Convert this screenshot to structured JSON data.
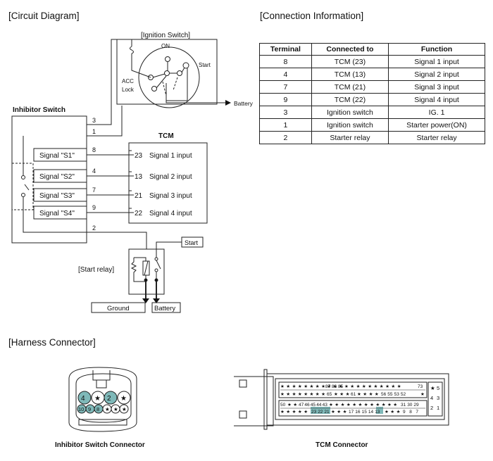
{
  "sections": {
    "circuit": "[Circuit Diagram]",
    "connection": "[Connection Information]",
    "harness": "[Harness Connector]"
  },
  "circuit": {
    "ignition_switch_label": "[Ignition Switch]",
    "on_label": "ON",
    "start_label": "Start",
    "acc_label": "ACC",
    "lock_label": "Lock",
    "battery_label": "Battery",
    "inhibitor_switch_label": "Inhibitor Switch",
    "tcm_label": "TCM",
    "wire_numbers": [
      "3",
      "1",
      "8",
      "4",
      "7",
      "9",
      "2"
    ],
    "signals": [
      {
        "name": "Signal \"S1\"",
        "pin": "23",
        "input": "Signal 1 input"
      },
      {
        "name": "Signal \"S2\"",
        "pin": "13",
        "input": "Signal 2 input"
      },
      {
        "name": "Signal \"S3\"",
        "pin": "21",
        "input": "Signal 3 input"
      },
      {
        "name": "Signal \"S4\"",
        "pin": "22",
        "input": "Signal 4 input"
      }
    ],
    "relay_label": "[Start relay]",
    "relay_start": "Start",
    "ground": "Ground",
    "battery_box": "Battery"
  },
  "connection_table": {
    "headers": [
      "Terminal",
      "Connected to",
      "Function"
    ],
    "rows": [
      [
        "8",
        "TCM (23)",
        "Signal 1 input"
      ],
      [
        "4",
        "TCM (13)",
        "Signal 2 input"
      ],
      [
        "7",
        "TCM (21)",
        "Signal 3 input"
      ],
      [
        "9",
        "TCM (22)",
        "Signal 4 input"
      ],
      [
        "3",
        "Ignition switch",
        "IG. 1"
      ],
      [
        "1",
        "Ignition switch",
        "Starter power(ON)"
      ],
      [
        "2",
        "Starter relay",
        "Starter relay"
      ]
    ]
  },
  "harness": {
    "inhibitor_caption": "Inhibitor Switch Connector",
    "tcm_caption": "TCM Connector",
    "inhibitor_top": [
      "4",
      "★",
      "2",
      "★"
    ],
    "inhibitor_bottom": [
      "10",
      "9",
      "8",
      "★",
      "★",
      "★"
    ],
    "tcm_row1_nums": [
      "87",
      "86",
      "85",
      "73"
    ],
    "tcm_row2_nums": [
      "65",
      "61",
      "56",
      "55",
      "53",
      "52"
    ],
    "tcm_row3_nums": [
      "50",
      "47",
      "46",
      "45",
      "44",
      "43",
      "31",
      "30",
      "29"
    ],
    "tcm_row4_nums": [
      "23",
      "22",
      "21",
      "17",
      "16",
      "15",
      "14",
      "13",
      "9",
      "8",
      "7"
    ],
    "tcm_side": [
      "★",
      "5",
      "4",
      "3",
      "2",
      "1"
    ]
  },
  "colors": {
    "highlight": "#7fb9b9",
    "line": "#222222"
  }
}
